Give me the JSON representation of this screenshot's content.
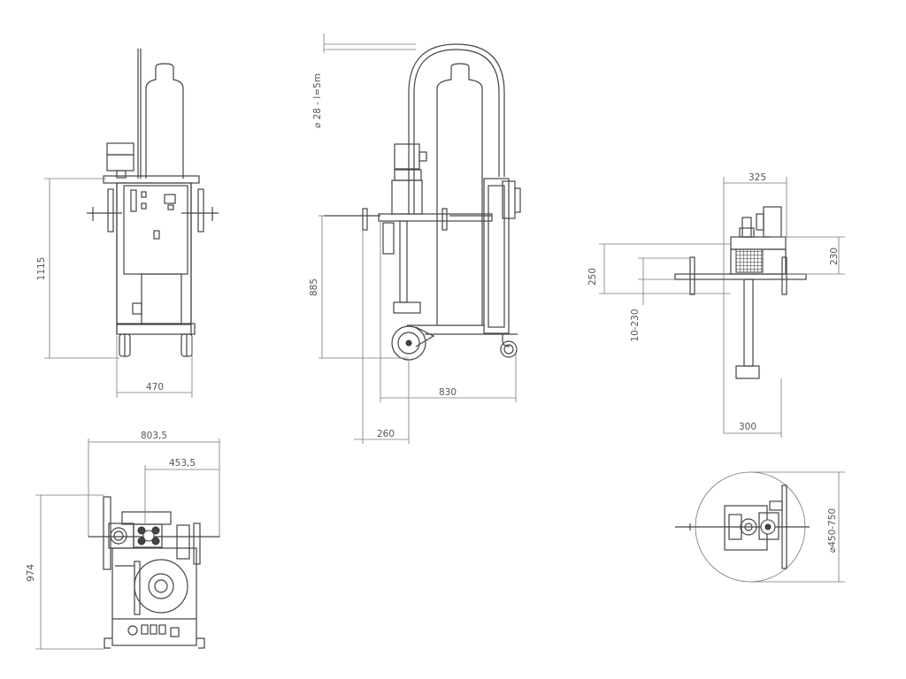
{
  "dimensions": {
    "front_width": "470",
    "front_height": "1115",
    "side_hose": "⌀ 28 - l=5m",
    "side_height": "885",
    "side_length": "830",
    "side_offset": "260",
    "detail_width_top": "325",
    "detail_height_right": "230",
    "detail_height_left": "250",
    "detail_adjust": "10-230",
    "detail_width_bottom": "300",
    "top_width_overall": "803,5",
    "top_width_partial": "453,5",
    "top_depth": "974",
    "tank_diameter": "⌀450-750"
  },
  "colors": {
    "line": "#444444",
    "dimension": "#777777",
    "text": "#555555"
  }
}
